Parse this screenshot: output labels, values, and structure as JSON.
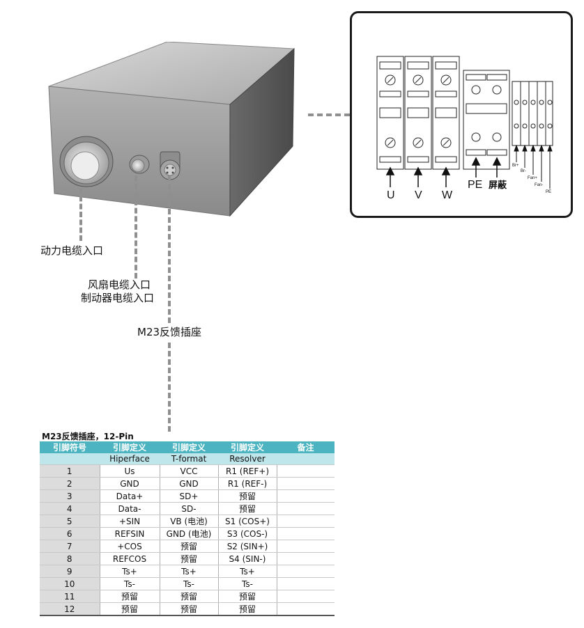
{
  "labels": {
    "power_cable_entry": "动力电缆入口",
    "fan_cable_entry": "风扇电缆入口",
    "brake_cable_entry": "制动器电缆入口",
    "m23_socket": "M23反馈插座"
  },
  "terminal_block": {
    "main_labels": [
      "U",
      "V",
      "W",
      "PE",
      "屏蔽"
    ],
    "small_labels": [
      "Br+",
      "Br-",
      "Fan+",
      "Fan-",
      "PE"
    ]
  },
  "pin_table": {
    "title": "M23反馈插座，12-Pin",
    "headers": [
      "引脚符号",
      "引脚定义",
      "引脚定义",
      "引脚定义",
      "备注"
    ],
    "subheaders": [
      "",
      "Hiperface",
      "T-format",
      "Resolver",
      ""
    ],
    "rows": [
      [
        "1",
        "Us",
        "VCC",
        "R1 (REF+)",
        ""
      ],
      [
        "2",
        "GND",
        "GND",
        "R1 (REF-)",
        ""
      ],
      [
        "3",
        "Data+",
        "SD+",
        "预留",
        ""
      ],
      [
        "4",
        "Data-",
        "SD-",
        "预留",
        ""
      ],
      [
        "5",
        "+SIN",
        "VB (电池)",
        "S1 (COS+)",
        ""
      ],
      [
        "6",
        "REFSIN",
        "GND (电池)",
        "S3 (COS-)",
        ""
      ],
      [
        "7",
        "+COS",
        "预留",
        "S2 (SIN+)",
        ""
      ],
      [
        "8",
        "REFCOS",
        "预留",
        "S4 (SIN-)",
        ""
      ],
      [
        "9",
        "Ts+",
        "Ts+",
        "Ts+",
        ""
      ],
      [
        "10",
        "Ts-",
        "Ts-",
        "Ts-",
        ""
      ],
      [
        "11",
        "预留",
        "预留",
        "预留",
        ""
      ],
      [
        "12",
        "预留",
        "预留",
        "预留",
        ""
      ]
    ]
  }
}
